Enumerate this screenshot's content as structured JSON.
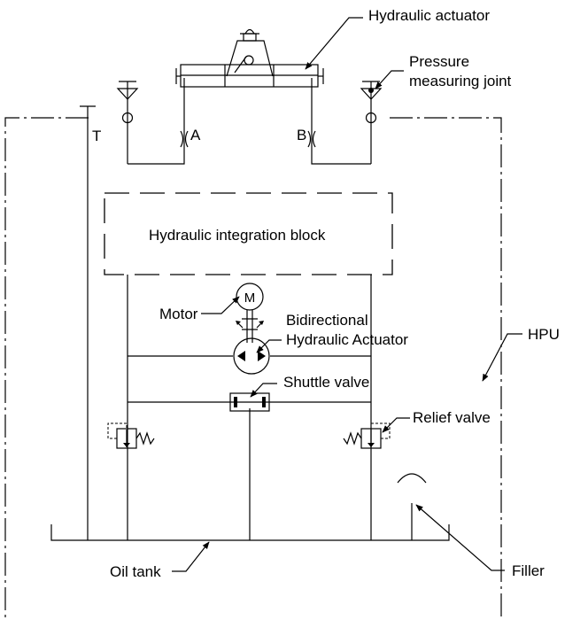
{
  "labels": {
    "hydraulic_actuator": "Hydraulic actuator",
    "pressure_line1": "Pressure",
    "pressure_line2": "measuring joint",
    "port_t": "T",
    "port_a": "A",
    "port_b": "B",
    "integration_block": "Hydraulic integration block",
    "motor": "Motor",
    "motor_symbol": "M",
    "bidirectional_line1": "Bidirectional",
    "bidirectional_line2": "Hydraulic Actuator",
    "hpu": "HPU",
    "shuttle_valve": "Shuttle valve",
    "relief_valve": "Relief valve",
    "filler": "Filler",
    "oil_tank": "Oil tank"
  }
}
